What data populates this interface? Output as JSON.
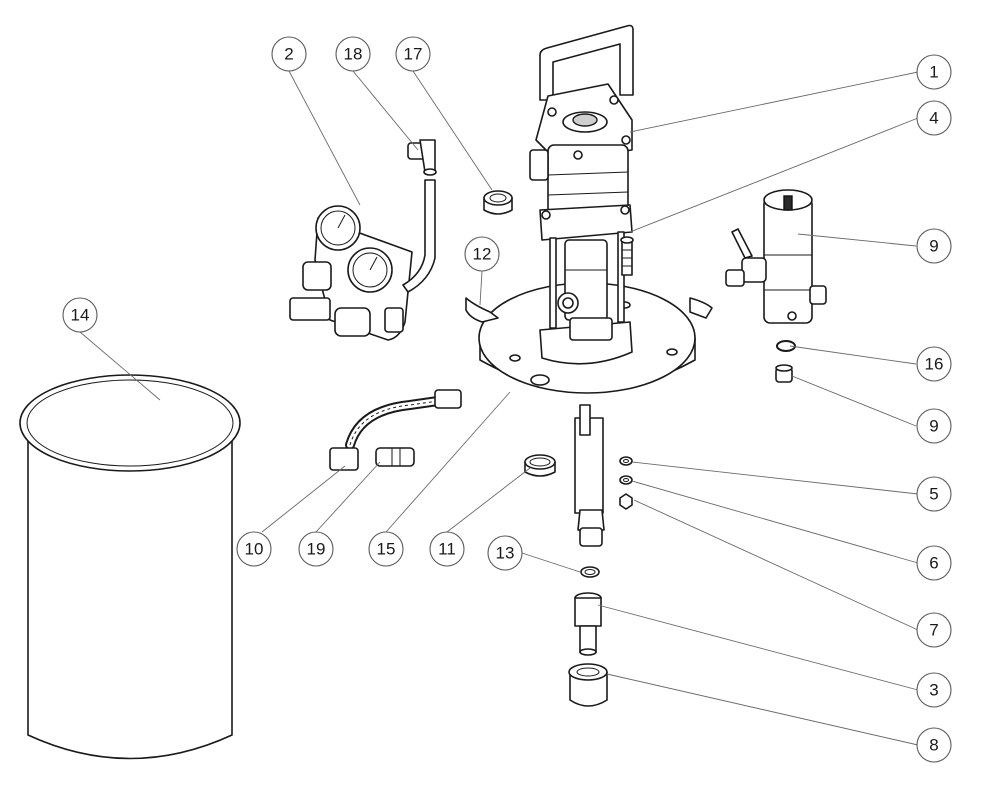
{
  "diagram": {
    "callouts": [
      {
        "id": "c1",
        "label": "1"
      },
      {
        "id": "c2",
        "label": "2"
      },
      {
        "id": "c3",
        "label": "3"
      },
      {
        "id": "c4",
        "label": "4"
      },
      {
        "id": "c5",
        "label": "5"
      },
      {
        "id": "c6",
        "label": "6"
      },
      {
        "id": "c7",
        "label": "7"
      },
      {
        "id": "c8",
        "label": "8"
      },
      {
        "id": "c9a",
        "label": "9"
      },
      {
        "id": "c9b",
        "label": "9"
      },
      {
        "id": "c10",
        "label": "10"
      },
      {
        "id": "c11",
        "label": "11"
      },
      {
        "id": "c12",
        "label": "12"
      },
      {
        "id": "c13",
        "label": "13"
      },
      {
        "id": "c14",
        "label": "14"
      },
      {
        "id": "c15",
        "label": "15"
      },
      {
        "id": "c16",
        "label": "16"
      },
      {
        "id": "c17",
        "label": "17"
      },
      {
        "id": "c18",
        "label": "18"
      },
      {
        "id": "c19",
        "label": "19"
      }
    ]
  }
}
